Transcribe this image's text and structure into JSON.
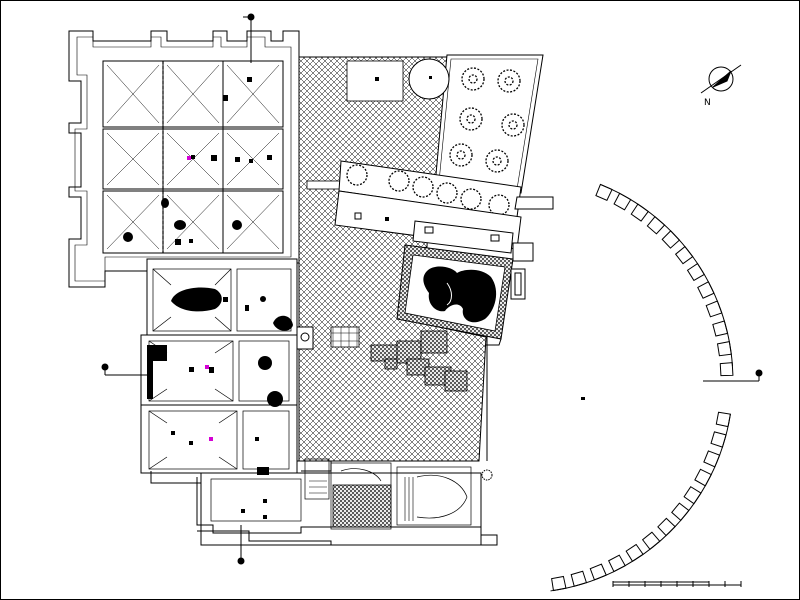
{
  "drawing": {
    "kind": "architectural site plan",
    "colors": {
      "line": "#000000",
      "background": "#ffffff",
      "accent": "#d400d4"
    }
  },
  "north_arrow": {
    "label": "N",
    "icon": "north-arrow-icon"
  },
  "scale_bar": {
    "icon": "scale-bar-icon",
    "segments": 8
  },
  "vegetation": {
    "icon": "tree-icon"
  }
}
